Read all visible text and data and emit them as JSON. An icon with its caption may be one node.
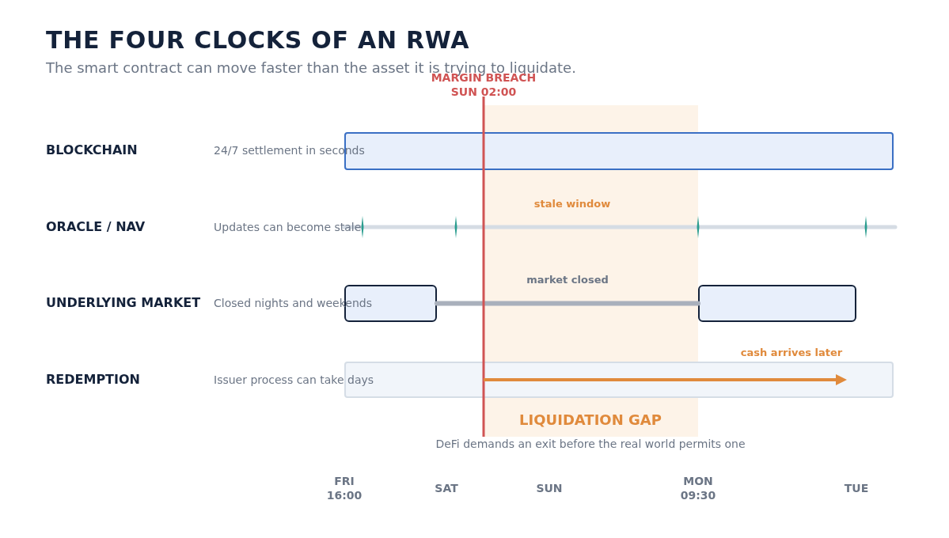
{
  "diagram": {
    "title": "THE FOUR CLOCKS OF AN RWA",
    "nodes": [
      {
        "text": [],
        "shape": "bar"
      },
      {
        "text": [],
        "shape": "box"
      },
      {
        "text": [],
        "shape": "box"
      },
      {
        "text": [],
        "shape": "bar"
      }
    ],
    "edges": [
      {
        "from": 1,
        "to": 2,
        "arrow": "none",
        "label": "market closed",
        "color": "#a9b0bc"
      }
    ],
    "labels": [
      "The smart contract can move faster than the asset it is trying to liquidate.",
      "MARGIN BREACH SUN 02:00",
      "BLOCKCHAIN",
      "24/7 settlement in seconds",
      "ORACLE / NAV",
      "Updates can become stale",
      "stale window",
      "UNDERLYING MARKET",
      "Closed nights and weekends",
      "REDEMPTION",
      "Issuer process can take days",
      "cash arrives later",
      "LIQUIDATION GAP",
      "DeFi demands an exit before the real world permits one",
      "FRI 16:00",
      "SAT",
      "SUN",
      "MON 09:30",
      "TUE"
    ]
  }
}
